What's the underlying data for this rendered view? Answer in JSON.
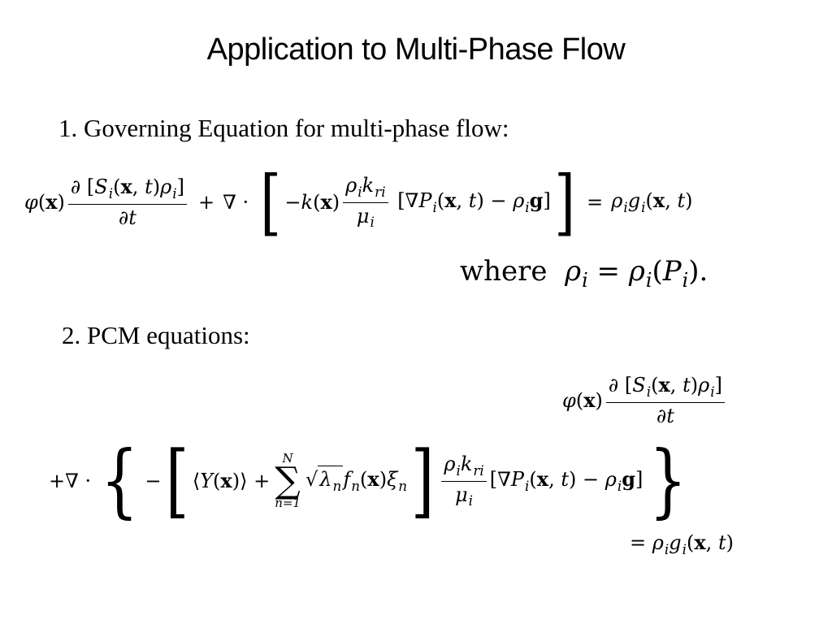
{
  "title": "Application to Multi-Phase Flow",
  "section1": {
    "heading": "1. Governing Equation for multi-phase flow:",
    "where_label": "where"
  },
  "section2": {
    "heading": "2. PCM equations:"
  },
  "symbols": {
    "sum_upper": "N",
    "sum_lower": "n=1"
  }
}
